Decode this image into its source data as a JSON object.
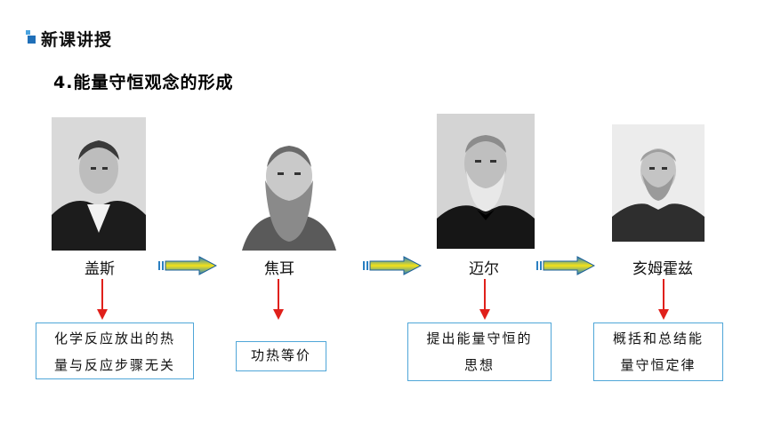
{
  "header": {
    "title": "新课讲授"
  },
  "topic": {
    "title": "4.能量守恒观念的形成"
  },
  "scientists": [
    {
      "name": "盖斯",
      "contribution_lines": [
        "化学反应放出的热",
        "量与反应步骤无关"
      ]
    },
    {
      "name": "焦耳",
      "contribution_lines": [
        "功热等价"
      ]
    },
    {
      "name": "迈尔",
      "contribution_lines": [
        "提出能量守恒的",
        "思想"
      ]
    },
    {
      "name": "亥姆霍兹",
      "contribution_lines": [
        "概括和总结能",
        "量守恒定律"
      ]
    }
  ],
  "colors": {
    "box_border": "#4fa6d8",
    "down_arrow": "#e0201b",
    "right_arrow_fill": "#f2e21a",
    "right_arrow_edge": "#2a7fc1"
  }
}
